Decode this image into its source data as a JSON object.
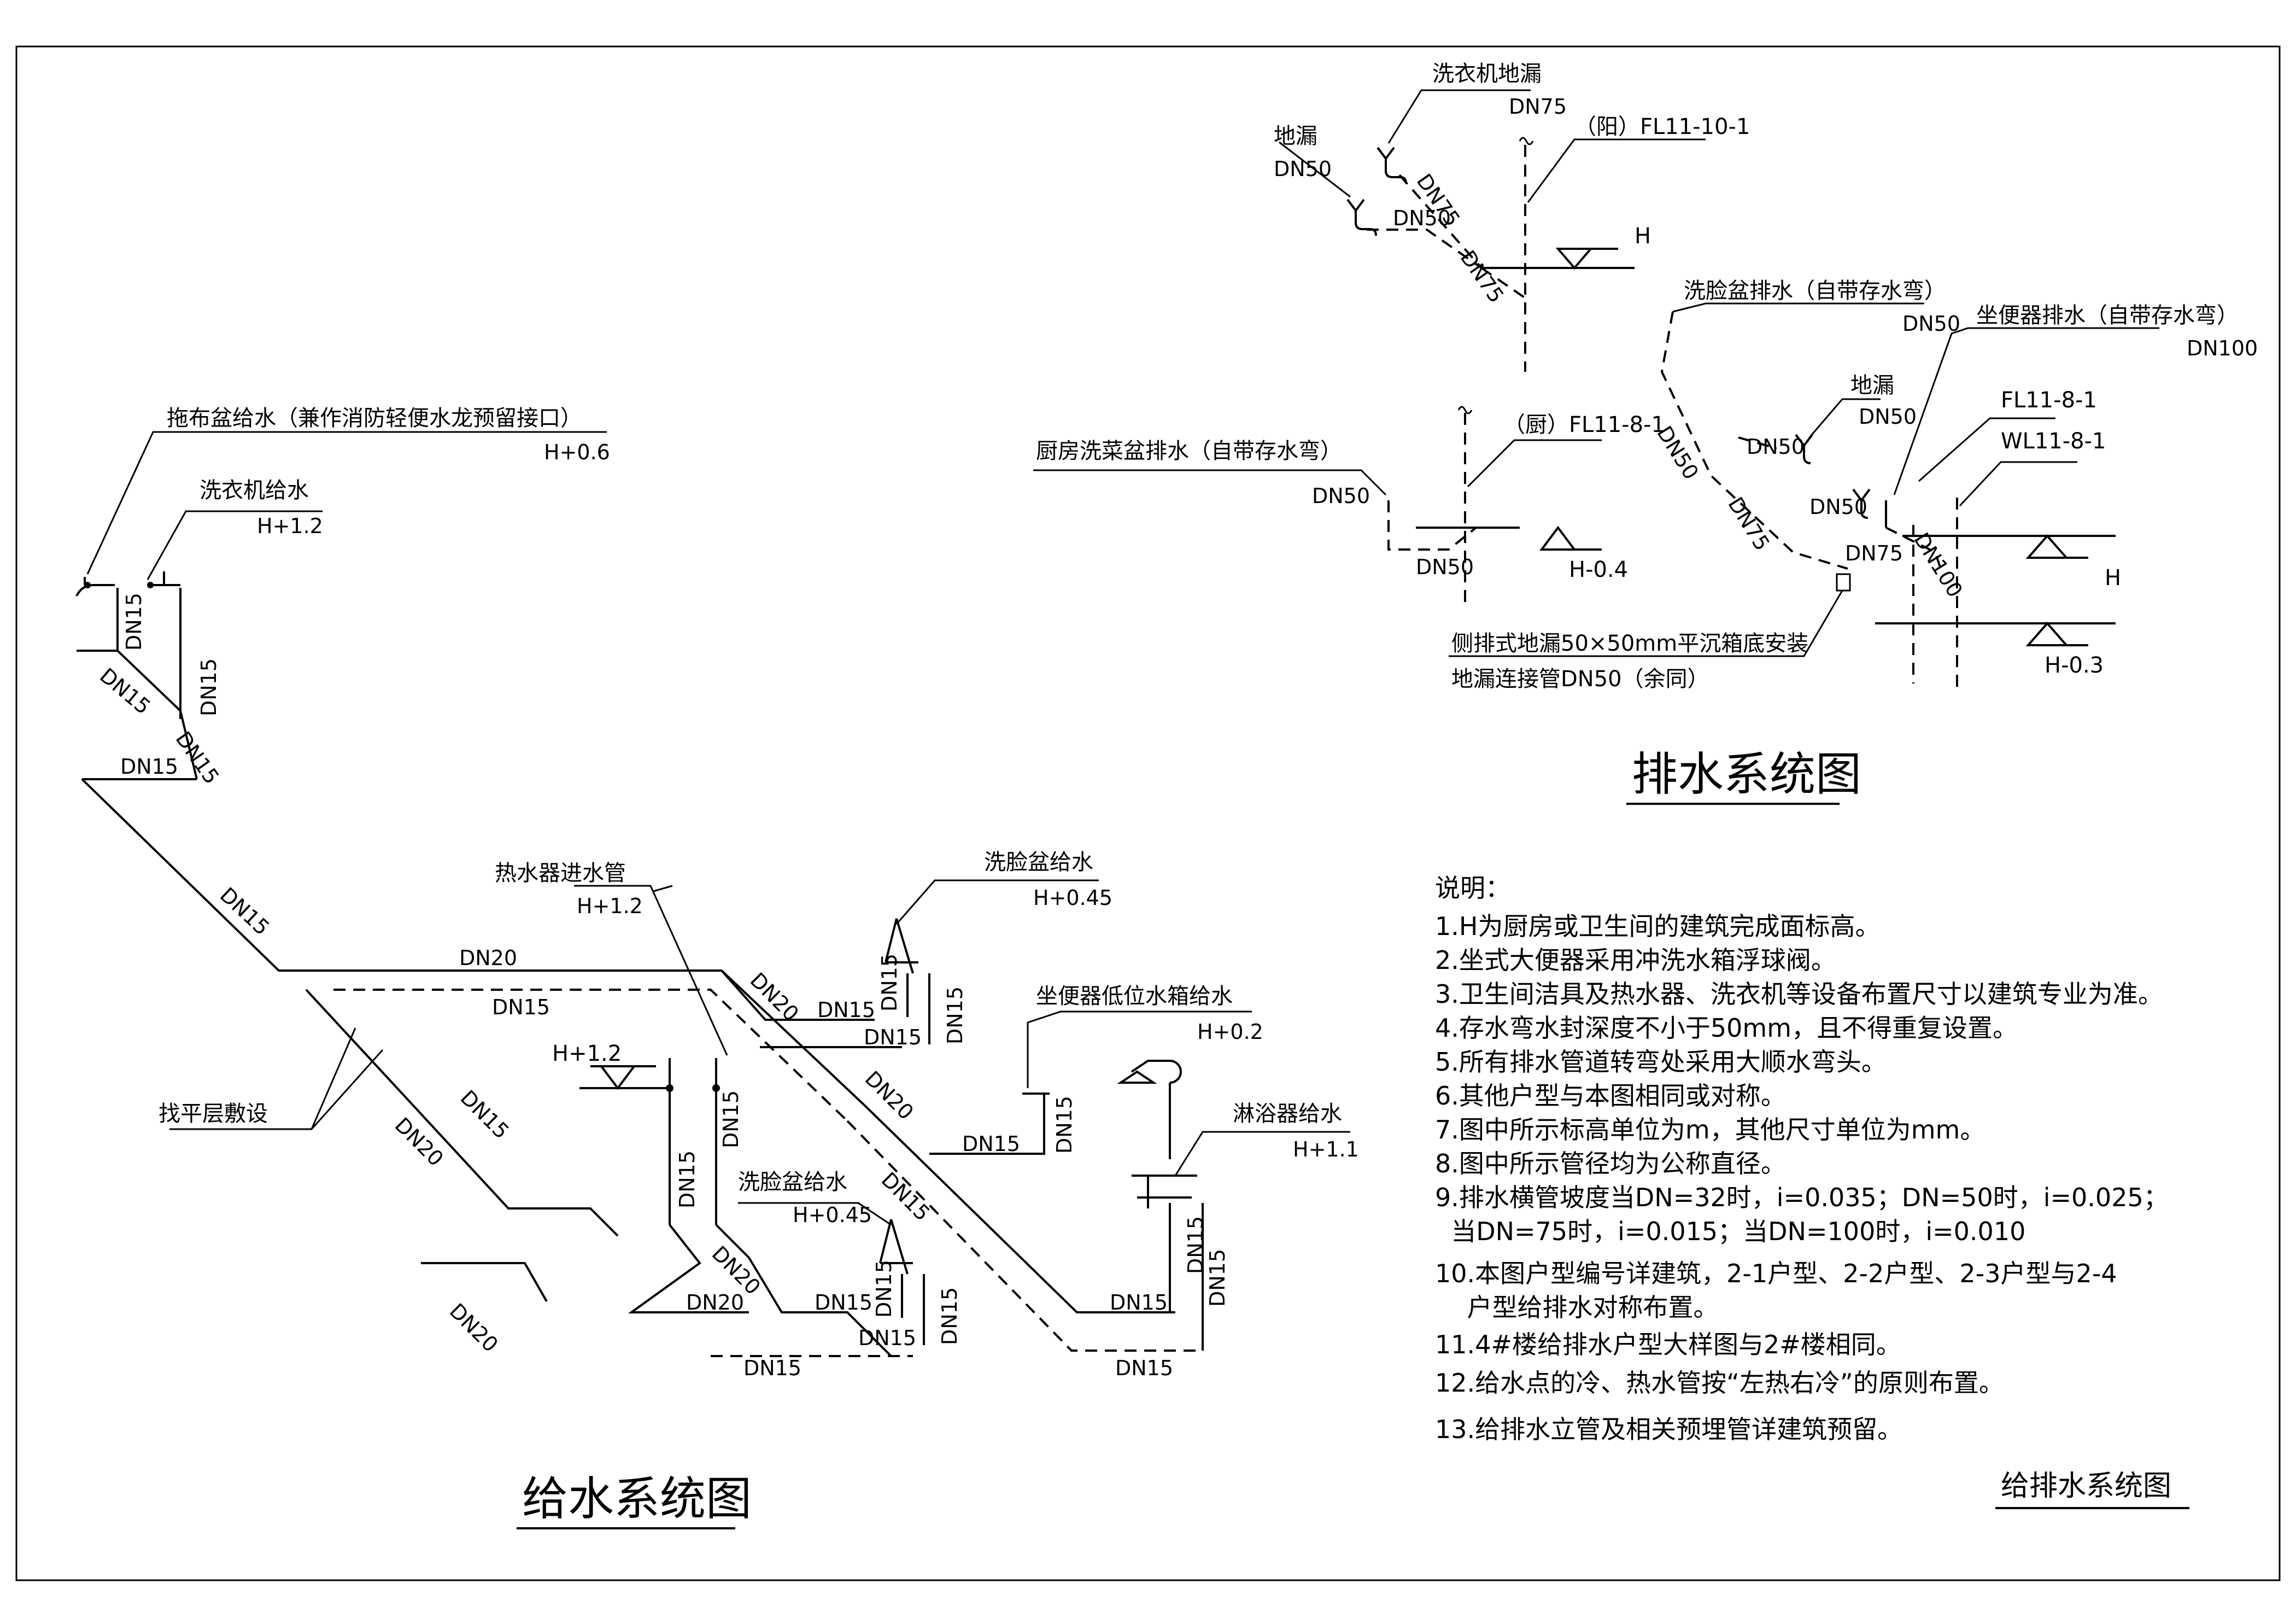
{
  "drainage": {
    "title": "排水系统图",
    "washer_floor_drain": "洗衣机地漏",
    "washer_dn": "DN75",
    "floor_drain": "地漏",
    "floor_drain_dn": "DN50",
    "riser_fl_11_10_1": "（阳）FL11-10-1",
    "dn50": "DN50",
    "dn75": "DN75",
    "dn100": "DN100",
    "h": "H",
    "basin_drain": "洗脸盆排水（自带存水弯）",
    "basin_dn": "DN50",
    "toilet_drain": "坐便器排水（自带存水弯）",
    "toilet_dn": "DN100",
    "floor_drain2": "地漏",
    "floor_drain2_dn": "DN50",
    "riser_fl11_8_1": "FL11-8-1",
    "riser_wl11_8_1": "WL11-8-1",
    "kitchen_riser": "（厨）FL11-8-1",
    "kitchen_sink": "厨房洗菜盆排水（自带存水弯）",
    "kitchen_dn": "DN50",
    "h_minus_04": "H-0.4",
    "h_minus_03": "H-0.3",
    "side_drain_1": "侧排式地漏50×50mm平沉箱底安装",
    "side_drain_2": "地漏连接管DN50（余同）"
  },
  "supply": {
    "title": "给水系统图",
    "mop_sink": "拖布盆给水（兼作消防轻便水龙预留接口）",
    "mop_h": "H+0.6",
    "washer_supply": "洗衣机给水",
    "washer_h": "H+1.2",
    "heater": "热水器进水管",
    "heater_h": "H+1.2",
    "h_plus_12": "H+1.2",
    "basin1": "洗脸盆给水",
    "basin1_h": "H+0.45",
    "basin2": "洗脸盆给水",
    "basin2_h": "H+0.45",
    "toilet_tank": "坐便器低位水箱给水",
    "toilet_h": "H+0.2",
    "shower": "淋浴器给水",
    "shower_h": "H+1.1",
    "screed": "找平层敷设",
    "dn15": "DN15",
    "dn20": "DN20"
  },
  "notes": {
    "heading": "说明：",
    "items": [
      "1.H为厨房或卫生间的建筑完成面标高。",
      "2.坐式大便器采用冲洗水箱浮球阀。",
      "3.卫生间洁具及热水器、洗衣机等设备布置尺寸以建筑专业为准。",
      "4.存水弯水封深度不小于50mm，且不得重复设置。",
      "5.所有排水管道转弯处采用大顺水弯头。",
      "6.其他户型与本图相同或对称。",
      "7.图中所示标高单位为m，其他尺寸单位为mm。",
      "8.图中所示管径均为公称直径。",
      "9.排水横管坡度当DN=32时，i=0.035；DN=50时，i=0.025；",
      "  当DN=75时，i=0.015；当DN=100时，i=0.010",
      "10.本图户型编号详建筑，2-1户型、2-2户型、2-3户型与2-4",
      "    户型给排水对称布置。",
      "11.4#楼给排水户型大样图与2#楼相同。",
      "12.给水点的冷、热水管按“左热右冷”的原则布置。",
      "13.给排水立管及相关预埋管详建筑预留。"
    ]
  },
  "sheet_title": "给排水系统图"
}
